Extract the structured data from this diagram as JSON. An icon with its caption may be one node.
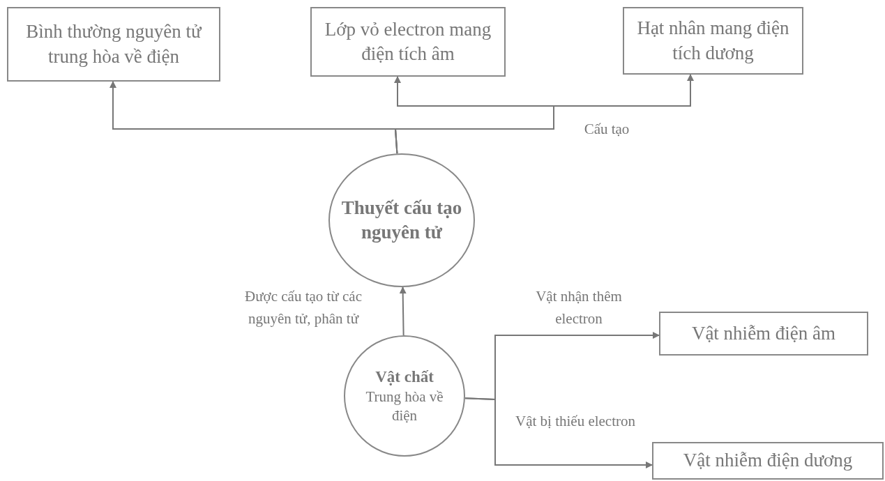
{
  "diagram": {
    "nodes": [
      {
        "text": [
          "Bình thường nguyên tử trung hòa về điện"
        ]
      },
      {
        "text": [
          "Lớp vỏ electron mang điện tích âm"
        ]
      },
      {
        "text": [
          "Hạt nhân mang điện tích dương"
        ]
      },
      {
        "text": [
          "Thuyết cấu tạo nguyên tử"
        ]
      },
      {
        "text": [
          "Vật chất",
          "Trung hòa về điện"
        ]
      },
      {
        "text": [
          "Vật nhiễm điện âm"
        ]
      },
      {
        "text": [
          "Vật nhiễm điện dương"
        ]
      }
    ],
    "edges": [
      {
        "from": 3,
        "to": 0,
        "arrow": "to"
      },
      {
        "from": 3,
        "to": 1,
        "arrow": "to"
      },
      {
        "from": 3,
        "to": 2,
        "arrow": "to"
      },
      {
        "from": 4,
        "to": 3,
        "arrow": "to",
        "label": "Được cấu tạo từ các nguyên tử, phân tử"
      },
      {
        "from": 4,
        "to": 5,
        "arrow": "to",
        "label": "Vật nhận thêm electron"
      },
      {
        "from": 4,
        "to": 6,
        "arrow": "to",
        "label": "Vật bị thiếu electron"
      }
    ],
    "labels": [
      "Cấu tạo"
    ]
  }
}
